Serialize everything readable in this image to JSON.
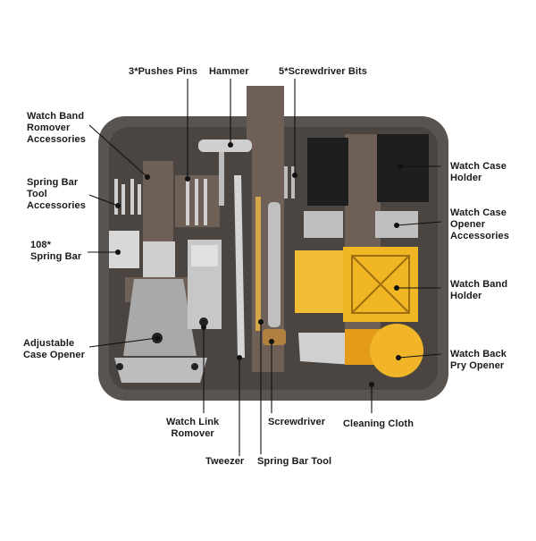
{
  "labels": {
    "pushes_pins": "3*Pushes Pins",
    "hammer": "Hammer",
    "screwdriver_bits": "5*Screwdriver Bits",
    "watch_band_remover_accessories": "Watch Band\nRomover\nAccessories",
    "spring_bar_tool_accessories": "Spring Bar\nTool\nAccessories",
    "spring_bar_108": "108*\nSpring Bar",
    "adjustable_case_opener": "Adjustable\nCase Opener",
    "watch_case_holder": "Watch Case\nHolder",
    "watch_case_opener_accessories": "Watch Case\nOpener\nAccessories",
    "watch_band_holder": "Watch Band\nHolder",
    "watch_back_pry_opener": "Watch Back\nPry Opener",
    "watch_link_remover": "Watch Link\nRomover",
    "screwdriver": "Screwdriver",
    "cleaning_cloth": "Cleaning Cloth",
    "tweezer": "Tweezer",
    "spring_bar_tool": "Spring Bar Tool"
  },
  "colors": {
    "case_fabric": "#5a5450",
    "case_inner": "#4b4541",
    "strap": "#6e6057",
    "metal": "#c9c9c9",
    "yellow": "#f0b623",
    "black_block": "#1e1e1e",
    "leader_line": "#111111",
    "dot": "#111111"
  },
  "icons": [
    "watch-repair-kit-photo"
  ]
}
